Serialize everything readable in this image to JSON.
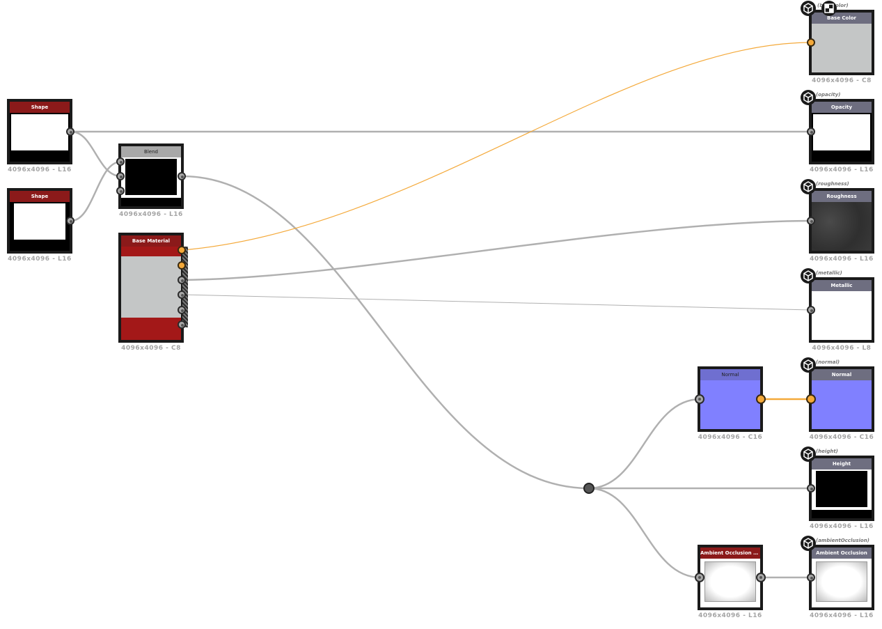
{
  "nodes": {
    "shape1": {
      "title": "Shape",
      "caption": "4096x4096 - L16"
    },
    "shape2": {
      "title": "Shape",
      "caption": "4096x4096 - L16"
    },
    "blend": {
      "title": "Blend",
      "caption": "4096x4096 - L16"
    },
    "base_material": {
      "title": "Base Material",
      "caption": "4096x4096 - C8"
    },
    "normal_filter": {
      "title": "Normal",
      "caption": "4096x4096 - C16"
    },
    "ao_filter": {
      "title": "Ambient Occlusion (HB...",
      "caption": "4096x4096 - L16"
    }
  },
  "outputs": [
    {
      "id": "basecolor",
      "tag": "(basecolor)",
      "title": "Base Color",
      "caption": "4096x4096 - C8"
    },
    {
      "id": "opacity",
      "tag": "(opacity)",
      "title": "Opacity",
      "caption": "4096x4096 - L16"
    },
    {
      "id": "roughness",
      "tag": "(roughness)",
      "title": "Roughness",
      "caption": "4096x4096 - L16"
    },
    {
      "id": "metallic",
      "tag": "(metallic)",
      "title": "Metallic",
      "caption": "4096x4096 - L8"
    },
    {
      "id": "normal",
      "tag": "(normal)",
      "title": "Normal",
      "caption": "4096x4096 - C16"
    },
    {
      "id": "height",
      "tag": "(height)",
      "title": "Height",
      "caption": "4096x4096 - L16"
    },
    {
      "id": "ambientocclusion",
      "tag": "(ambientOcclusion)",
      "title": "Ambient Occlusion",
      "caption": "4096x4096 - L16"
    }
  ],
  "icons": {
    "output": "cube-icon",
    "graph": "graph-thumbnail-icon"
  },
  "colors": {
    "atomic_header": "#8b1a1a",
    "blend_header": "#a8a8a8",
    "output_header": "#6e6e80",
    "normal_header": "#6f6fd0",
    "normal_fill": "#8080ff",
    "basecolor_fill": "#c4c6c6",
    "wire_gray": "#b0b0b0",
    "wire_orange": "#f4a93a"
  }
}
